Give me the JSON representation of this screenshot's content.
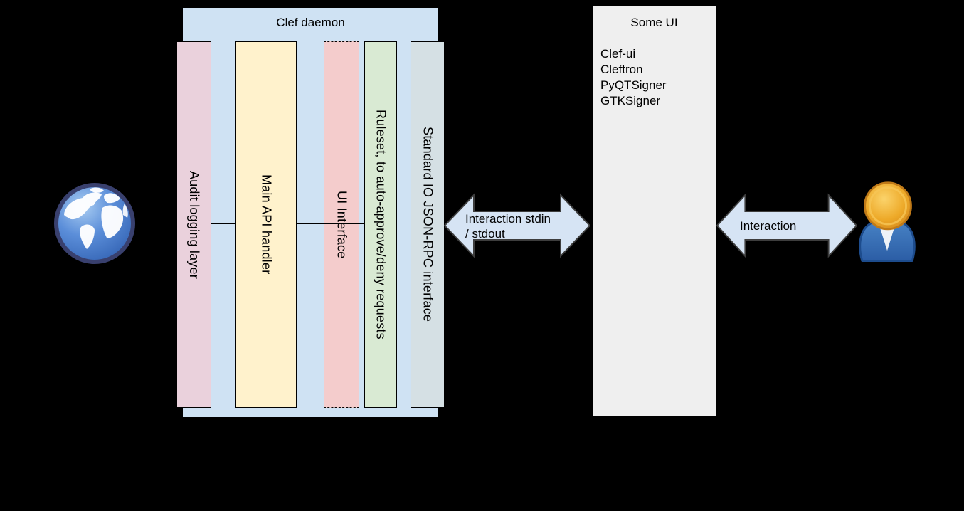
{
  "diagram": {
    "background_color": "#000000",
    "clef_daemon": {
      "title": "Clef daemon",
      "fill": "#cfe2f3",
      "bars": [
        {
          "label": "Audit logging layer",
          "fill": "#ead1dc",
          "border_style": "solid"
        },
        {
          "label": "Main API handler",
          "fill": "#fff2cc",
          "border_style": "solid"
        },
        {
          "label": "UI Interface",
          "fill": "#f4cccc",
          "border_style": "dashed"
        },
        {
          "label": "Ruleset, to auto-approve/deny requests",
          "fill": "#d9ead3",
          "border_style": "solid"
        },
        {
          "label": "Standard IO JSON-RPC interface",
          "fill": "#d5e0e4",
          "border_style": "solid"
        }
      ]
    },
    "connector": {
      "color": "#000000"
    },
    "arrow_left": {
      "line1": "Interaction stdin",
      "line2": "/ stdout",
      "fill": "#d6e4f4",
      "stroke": "#3d3d3d"
    },
    "some_ui": {
      "title": "Some UI",
      "fill": "#efefef",
      "items": [
        "Clef-ui",
        "Cleftron",
        "PyQTSigner",
        "GTKSigner"
      ]
    },
    "arrow_right": {
      "label": "Interaction",
      "fill": "#d6e4f4",
      "stroke": "#3d3d3d"
    },
    "icons": {
      "globe": {
        "name": "globe-icon",
        "ocean": "#4a7fd4",
        "land": "#ffffff",
        "rim": "#39406e"
      },
      "user": {
        "name": "user-icon",
        "head": "#eda928",
        "body": "#3568ae"
      }
    }
  }
}
